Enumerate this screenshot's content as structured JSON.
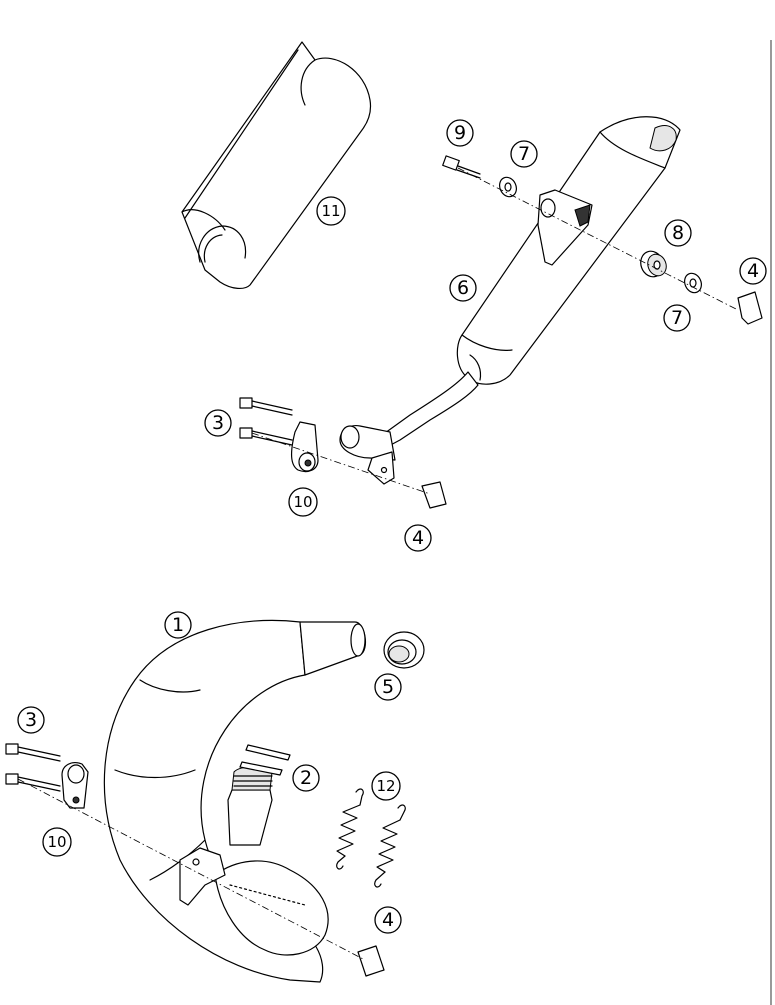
{
  "callouts": [
    {
      "id": "c1",
      "label": "1"
    },
    {
      "id": "c2",
      "label": "2"
    },
    {
      "id": "c3a",
      "label": "3"
    },
    {
      "id": "c3b",
      "label": "3"
    },
    {
      "id": "c4a",
      "label": "4"
    },
    {
      "id": "c4b",
      "label": "4"
    },
    {
      "id": "c4c",
      "label": "4"
    },
    {
      "id": "c5",
      "label": "5"
    },
    {
      "id": "c6",
      "label": "6"
    },
    {
      "id": "c7a",
      "label": "7"
    },
    {
      "id": "c7b",
      "label": "7"
    },
    {
      "id": "c8",
      "label": "8"
    },
    {
      "id": "c9",
      "label": "9"
    },
    {
      "id": "c10a",
      "label": "10"
    },
    {
      "id": "c10b",
      "label": "10"
    },
    {
      "id": "c11",
      "label": "11"
    },
    {
      "id": "c12",
      "label": "12"
    }
  ]
}
